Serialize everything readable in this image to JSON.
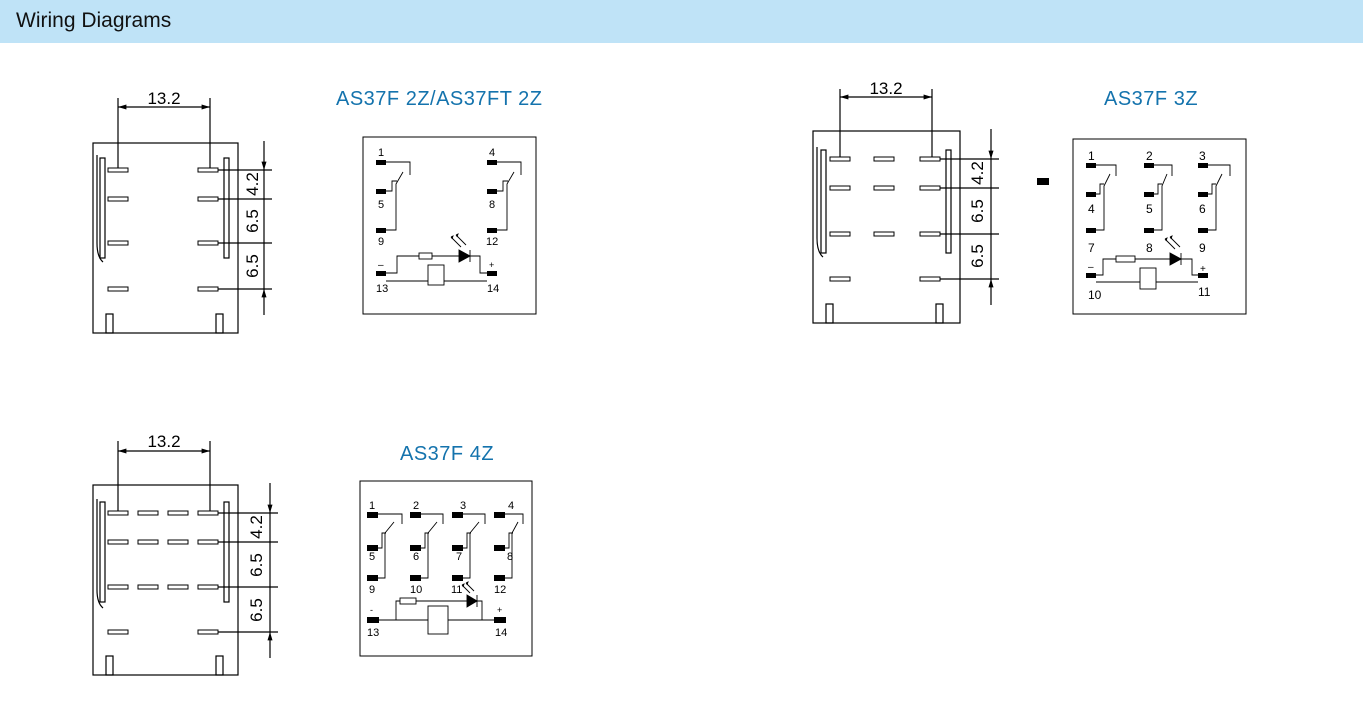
{
  "header": {
    "title": "Wiring Diagrams"
  },
  "diagrams": {
    "d2z": {
      "title": "AS37F 2Z/AS37FT 2Z",
      "width_dim": "13.2",
      "row_dims": [
        "4.2",
        "6.5",
        "6.5"
      ],
      "terminals": [
        "1",
        "4",
        "5",
        "8",
        "9",
        "12",
        "13",
        "14"
      ],
      "polarity": [
        "–",
        "+"
      ]
    },
    "d3z": {
      "title": "AS37F 3Z",
      "width_dim": "13.2",
      "row_dims": [
        "4.2",
        "6.5",
        "6.5"
      ],
      "terminals": [
        "1",
        "2",
        "3",
        "4",
        "5",
        "6",
        "7",
        "8",
        "9",
        "10",
        "11"
      ],
      "polarity": [
        "–",
        "+"
      ]
    },
    "d4z": {
      "title": "AS37F 4Z",
      "width_dim": "13.2",
      "row_dims": [
        "4.2",
        "6.5",
        "6.5"
      ],
      "terminals": [
        "1",
        "2",
        "3",
        "4",
        "5",
        "6",
        "7",
        "8",
        "9",
        "10",
        "11",
        "12",
        "13",
        "14"
      ],
      "polarity": [
        "-",
        "+"
      ]
    }
  }
}
